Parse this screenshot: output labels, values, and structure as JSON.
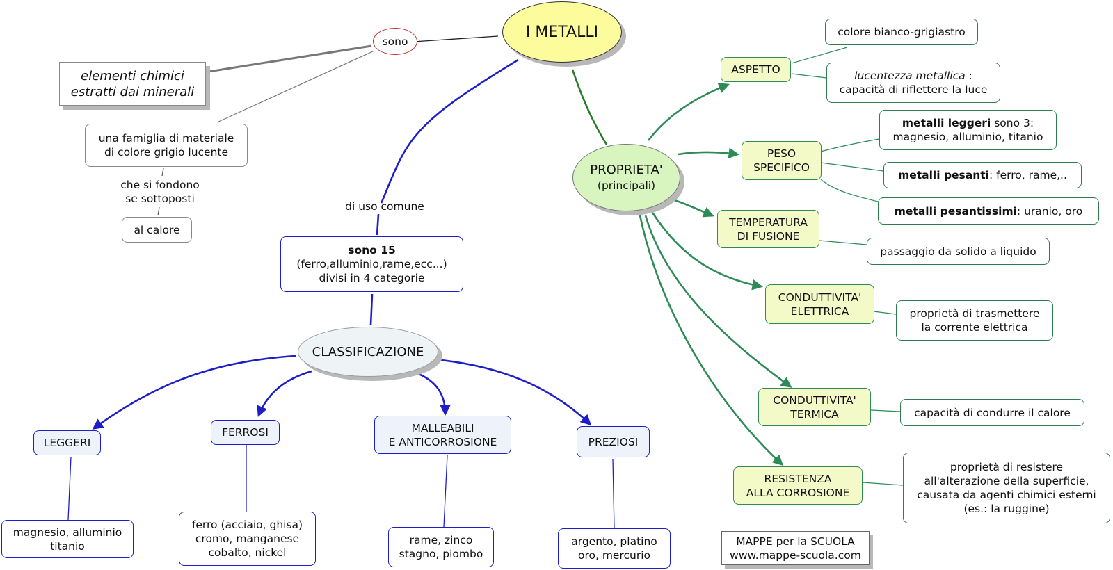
{
  "title": "I METALLI",
  "left": {
    "sono": "sono",
    "definition": [
      "elementi chimici",
      "estratti dai minerali"
    ],
    "family": [
      "una famiglia di materiale",
      "di colore grigio lucente"
    ],
    "melt": [
      "che si fondono",
      "se sottoposti"
    ],
    "heat": "al calore"
  },
  "usage": {
    "label": "di uso comune",
    "count_bold": "sono 15",
    "examples": "(ferro,alluminio,rame,ecc...)",
    "divided": "divisi in 4 categorie"
  },
  "classification": {
    "title": "CLASSIFICAZIONE",
    "categories": [
      {
        "name": [
          "LEGGERI"
        ],
        "examples": [
          "magnesio, alluminio",
          "titanio"
        ]
      },
      {
        "name": [
          "FERROSI"
        ],
        "examples": [
          "ferro (acciaio, ghisa)",
          "cromo, manganese",
          "cobalto, nickel"
        ]
      },
      {
        "name": [
          "MALLEABILI",
          "E ANTICORROSIONE"
        ],
        "examples": [
          "rame, zinco",
          "stagno, piombo"
        ]
      },
      {
        "name": [
          "PREZIOSI"
        ],
        "examples": [
          "argento, platino",
          "oro, mercurio"
        ]
      }
    ]
  },
  "properties": {
    "title": "PROPRIETA'",
    "subtitle": "(principali)",
    "items": [
      {
        "name": [
          "ASPETTO"
        ]
      },
      {
        "name": [
          "PESO",
          "SPECIFICO"
        ]
      },
      {
        "name": [
          "TEMPERATURA",
          "DI FUSIONE"
        ]
      },
      {
        "name": [
          "CONDUTTIVITA'",
          "ELETTRICA"
        ]
      },
      {
        "name": [
          "CONDUTTIVITA'",
          "TERMICA"
        ]
      },
      {
        "name": [
          "RESISTENZA",
          "ALLA CORROSIONE"
        ]
      }
    ],
    "aspect": {
      "color": "colore bianco-grigiastro",
      "luster_italic": "lucentezza metallica",
      "luster_rest": " :",
      "luster_desc": "capacità di riflettere la luce"
    },
    "weight": {
      "light_bold": "metalli leggeri",
      "light_rest": " sono 3:",
      "light_list": "magnesio, alluminio, titanio",
      "heavy_bold": "metalli pesanti",
      "heavy_rest": ": ferro, rame,..",
      "very_heavy_bold": "metalli pesantissimi",
      "very_heavy_rest": ": uranio, oro"
    },
    "fusion_desc": "passaggio da solido a liquido",
    "electric_desc": [
      "proprietà di trasmettere",
      "la corrente elettrica"
    ],
    "thermal_desc": "capacità di condurre il calore",
    "corrosion_desc": [
      "proprietà di resistere",
      "all'alterazione della superficie,",
      "causata da agenti chimici esterni",
      "(es.: la ruggine)"
    ]
  },
  "credit": [
    "MAPPE per la SCUOLA",
    "www.mappe-scuola.com"
  ],
  "colors": {
    "blue": "#1e1ec8",
    "green": "#2e8b57",
    "yellow": "#fdfc9c",
    "gray": "#777777"
  }
}
